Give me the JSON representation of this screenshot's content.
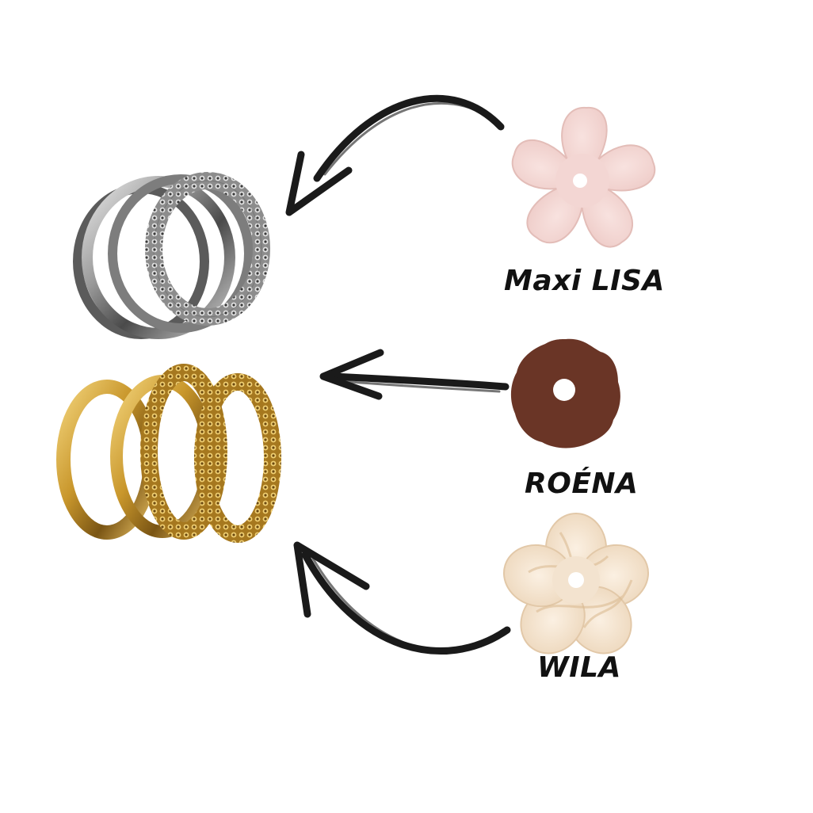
{
  "labels": {
    "maxi_lisa": "Maxi LISA",
    "roena": "ROÉNA",
    "wila": "WILA"
  },
  "colors": {
    "background": "#ffffff",
    "arrow": "#1a1a1a",
    "silver": "#8a8a8a",
    "gold": "#c79a2e",
    "flower_pink": "#f3d6d3",
    "flower_brown": "#6a3526",
    "flower_cream": "#f1e1cd"
  }
}
